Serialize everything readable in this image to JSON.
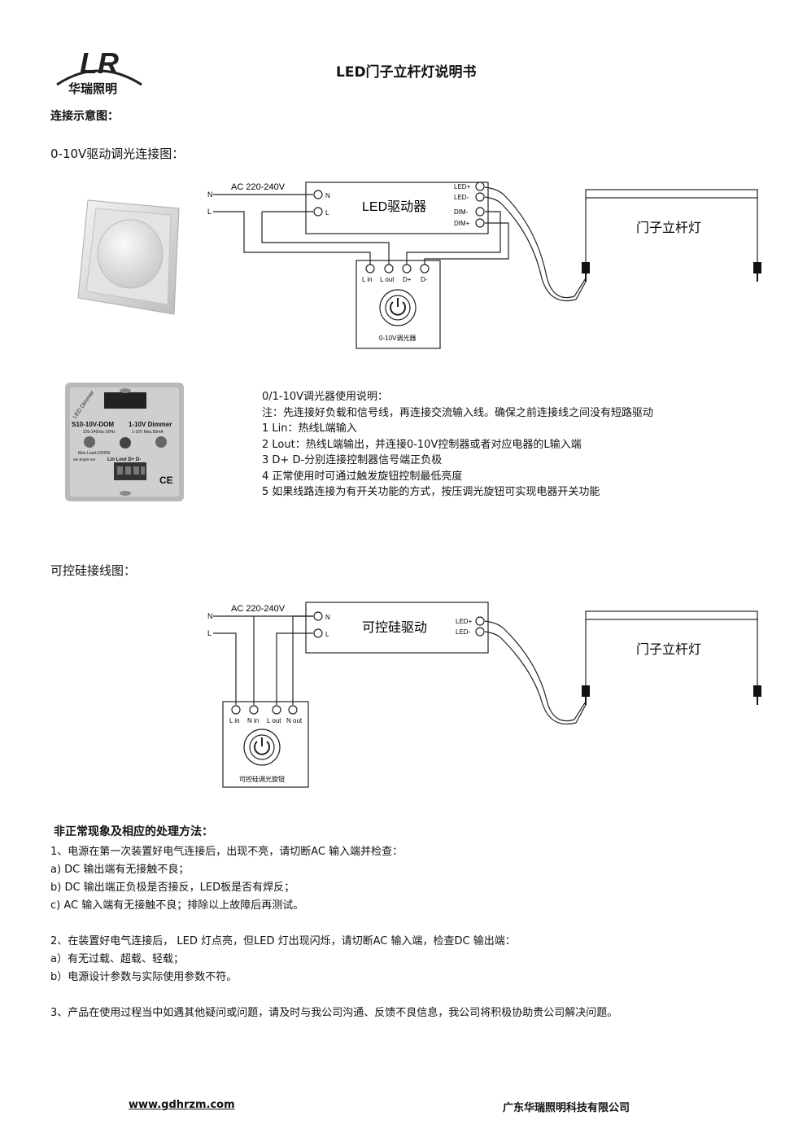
{
  "header": {
    "logo_text": "华瑞照明",
    "title": "LED门子立杆灯说明书"
  },
  "section_connection": "连接示意图：",
  "section_010v": "0-10V驱动调光连接图：",
  "diagram1": {
    "ac_label": "AC 220-240V",
    "n": "N",
    "l": "L",
    "driver_label": "LED驱动器",
    "led_plus": "LED+",
    "led_minus": "LED-",
    "dim_minus": "DIM-",
    "dim_plus": "DIM+",
    "lamp_label": "门子立杆灯",
    "terminals": [
      "L in",
      "L out",
      "D+",
      "D-"
    ],
    "dimmer_label": "0-10V调光器"
  },
  "module_photo": {
    "brand": "LED Dimmer",
    "model": "S10-10V-DOM",
    "type": "1-10V Dimmer",
    "spec_ac": "220-240Vac 50Hz",
    "spec_dc": "1-10V Max.50mA",
    "max_load": "Max.Load:1000W",
    "min_bright": "Mn.Bright Set",
    "terminals": "Lin Lout D+ D-",
    "ce": "CE"
  },
  "instructions": {
    "title": "0/1-10V调光器使用说明：",
    "lines": [
      "注：先连接好负载和信号线，再连接交流输入线。确保之前连接线之间没有短路驱动",
      "1 Lin：热线L端输入",
      "2 Lout：热线L端输出，并连接0-10V控制器或者对应电器的L输入端",
      "3 D+ D-分别连接控制器信号端正负极",
      "4 正常使用时可通过触发旋钮控制最低亮度",
      "5 如果线路连接为有开关功能的方式，按压调光旋钮可实现电器开关功能"
    ]
  },
  "section_triac": "可控硅接线图：",
  "diagram2": {
    "ac_label": "AC 220-240V",
    "n": "N",
    "l": "L",
    "driver_label": "可控硅驱动",
    "led_plus": "LED+",
    "led_minus": "LED-",
    "lamp_label": "门子立杆灯",
    "terminals": [
      "L in",
      "N in",
      "L out",
      "N out"
    ],
    "dimmer_label": "可控硅调光旋钮"
  },
  "troubleshoot": {
    "title": "非正常现象及相应的处理方法：",
    "p1": " 1、电源在第一次装置好电气连接后，出现不亮，请切断AC 输入端并检查：",
    "p1a": "a) DC 输出端有无接触不良；",
    "p1b": "b) DC 输出端正负极是否接反，LED板是否有焊反；",
    "p1c": "c) AC 输入端有无接触不良；排除以上故障后再测试。",
    "p2": "2、在装置好电气连接后， LED 灯点亮，但LED 灯出现闪烁，请切断AC 输入端，检查DC 输出端：",
    "p2a": "a）有无过载、超载、轻载；",
    "p2b": "b）电源设计参数与实际使用参数不符。",
    "p3": "3、产品在使用过程当中如遇其他疑问或问题，请及时与我公司沟通、反馈不良信息，我公司将积极协助贵公司解决问题。"
  },
  "footer": {
    "website": "www.gdhrzm.com",
    "company": "广东华瑞照明科技有限公司"
  }
}
